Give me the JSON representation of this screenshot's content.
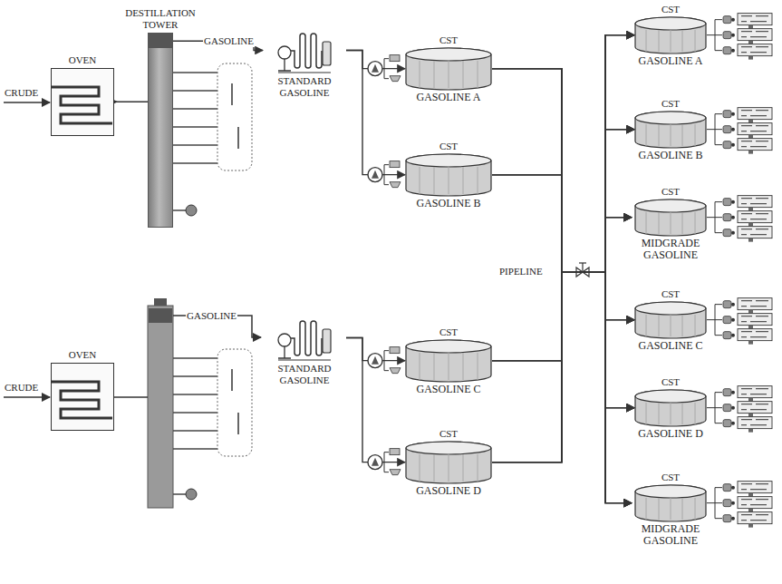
{
  "diagram": {
    "nodes": [
      {
        "text": [
          "DESTILLATION TOWER"
        ]
      },
      {
        "text": [
          "OVEN"
        ]
      },
      {
        "text": [
          "STANDARD GASOLINE"
        ]
      },
      {
        "text": [
          "CST",
          "GASOLINE A"
        ]
      },
      {
        "text": [
          "CST",
          "GASOLINE B"
        ]
      },
      {
        "text": [
          "CST",
          "GASOLINE A"
        ]
      },
      {
        "text": [
          "CST",
          "GASOLINE B"
        ]
      },
      {
        "text": [
          "CST",
          "MIDGRADE GASOLINE"
        ]
      },
      {
        "text": [
          "OVEN"
        ]
      },
      {
        "text": [
          "STANDARD GASOLINE"
        ]
      },
      {
        "text": [
          "CST",
          "GASOLINE C"
        ]
      },
      {
        "text": [
          "CST",
          "GASOLINE D"
        ]
      },
      {
        "text": [
          "CST",
          "GASOLINE C"
        ]
      },
      {
        "text": [
          "CST",
          "GASOLINE D"
        ]
      },
      {
        "text": [
          "CST",
          "MIDGRADE GASOLINE"
        ]
      }
    ],
    "edges": [
      {
        "from": 1,
        "to": 0,
        "arrow": "to"
      },
      {
        "from": 0,
        "to": 2,
        "label": "GASOLINE",
        "arrow": "to"
      },
      {
        "from": 2,
        "to": 3,
        "arrow": "to"
      },
      {
        "from": 2,
        "to": 4,
        "arrow": "to"
      },
      {
        "from": 9,
        "to": 10,
        "arrow": "to"
      },
      {
        "from": 9,
        "to": 11,
        "arrow": "to"
      },
      {
        "from": 3,
        "to": 5,
        "arrow": "to"
      },
      {
        "from": 3,
        "to": 6,
        "arrow": "to"
      },
      {
        "from": 3,
        "to": 7,
        "arrow": "to"
      },
      {
        "from": 3,
        "to": 12,
        "arrow": "to"
      },
      {
        "from": 3,
        "to": 13,
        "arrow": "to"
      },
      {
        "from": 3,
        "to": 14,
        "arrow": "to"
      },
      {
        "from": 4,
        "to": 5,
        "arrow": "to"
      },
      {
        "from": 4,
        "to": 6,
        "arrow": "to"
      },
      {
        "from": 4,
        "to": 7,
        "arrow": "to"
      },
      {
        "from": 4,
        "to": 12,
        "arrow": "to"
      },
      {
        "from": 4,
        "to": 13,
        "arrow": "to"
      },
      {
        "from": 4,
        "to": 14,
        "arrow": "to"
      },
      {
        "from": 10,
        "to": 5,
        "arrow": "to"
      },
      {
        "from": 10,
        "to": 6,
        "arrow": "to"
      },
      {
        "from": 10,
        "to": 7,
        "arrow": "to"
      },
      {
        "from": 10,
        "to": 12,
        "arrow": "to"
      },
      {
        "from": 10,
        "to": 13,
        "arrow": "to"
      },
      {
        "from": 10,
        "to": 14,
        "arrow": "to"
      },
      {
        "from": 11,
        "to": 5,
        "arrow": "to"
      },
      {
        "from": 11,
        "to": 6,
        "arrow": "to"
      },
      {
        "from": 11,
        "to": 7,
        "arrow": "to"
      },
      {
        "from": 11,
        "to": 12,
        "arrow": "to"
      },
      {
        "from": 11,
        "to": 13,
        "arrow": "to"
      },
      {
        "from": 11,
        "to": 14,
        "arrow": "to"
      }
    ],
    "labels": [
      "CRUDE",
      "CRUDE",
      "GASOLINE",
      "PIPELINE"
    ]
  }
}
